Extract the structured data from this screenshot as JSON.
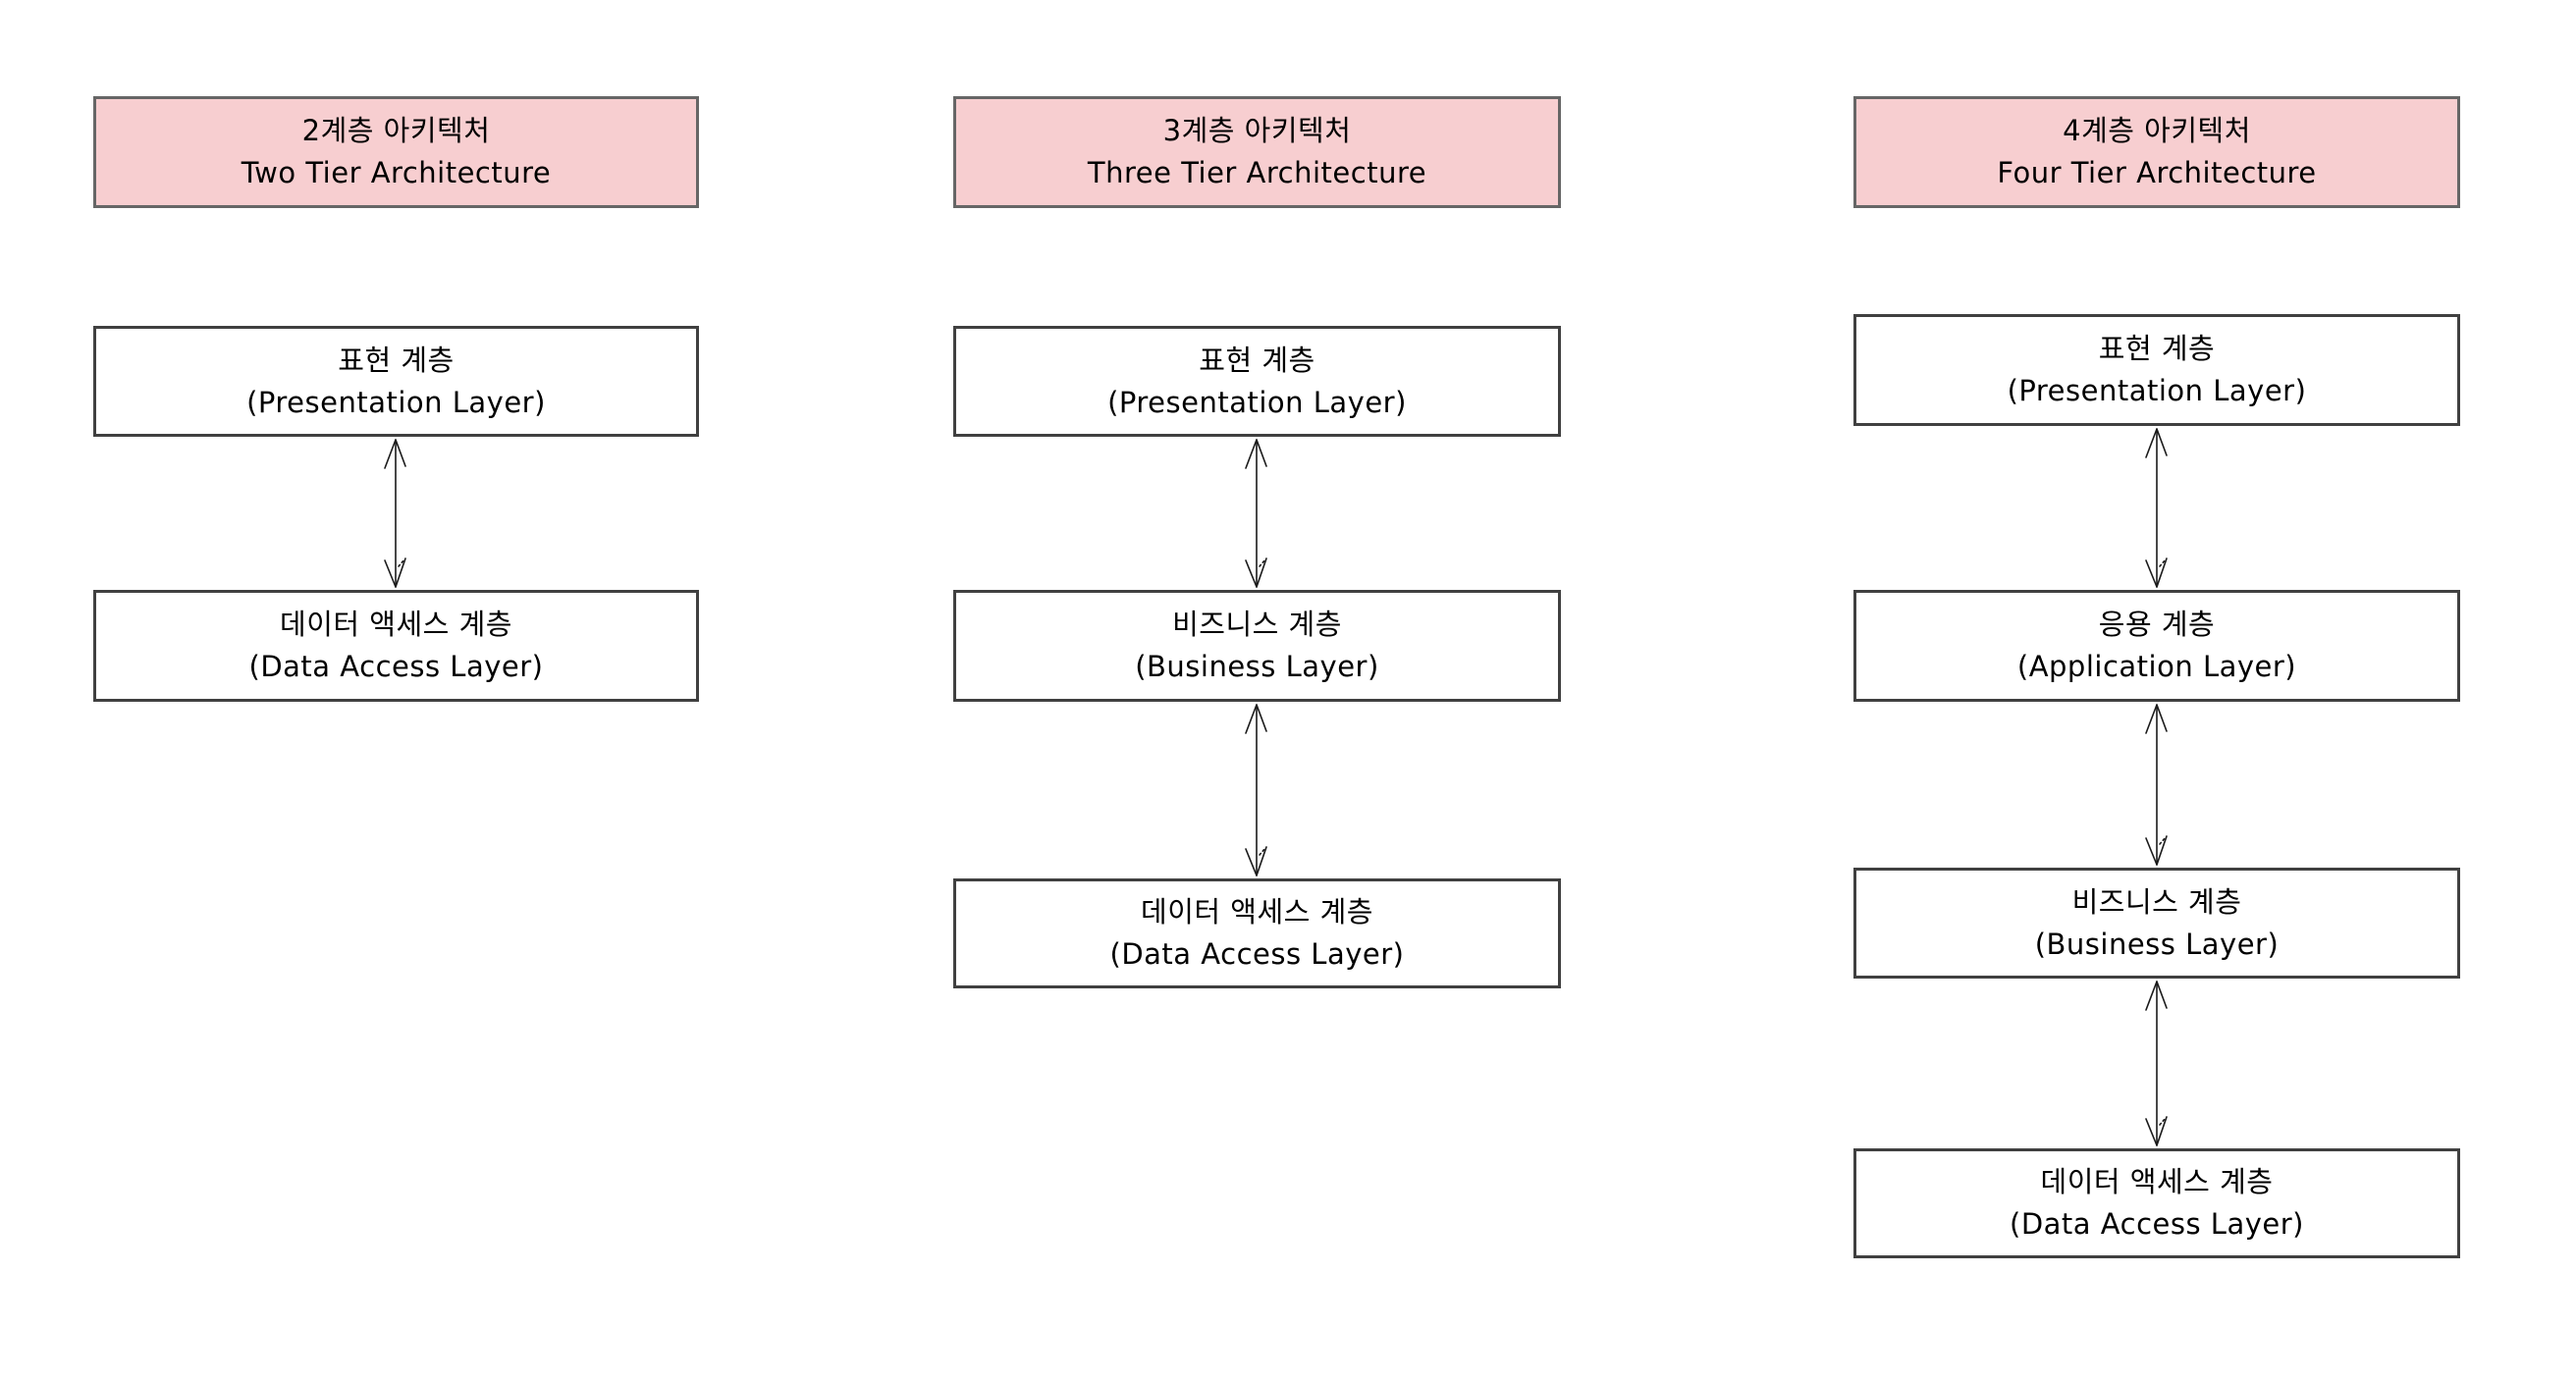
{
  "diagram": {
    "title_implicit": "Tier architecture comparison diagram",
    "colors": {
      "background": "#ffffff",
      "header_fill": "#f7ced0",
      "header_stroke": "#666666",
      "layer_fill": "#ffffff",
      "layer_stroke": "#404040",
      "arrow_stroke": "#1a1a1a",
      "text": "#000000"
    },
    "columns": [
      {
        "id": "two-tier",
        "header": {
          "ko": "2계층 아키텍처",
          "en": "Two Tier Architecture"
        },
        "layers": [
          {
            "ko": "표현 계층",
            "en": "(Presentation Layer)"
          },
          {
            "ko": "데이터 액세스 계층",
            "en": "(Data Access Layer)"
          }
        ]
      },
      {
        "id": "three-tier",
        "header": {
          "ko": "3계층 아키텍처",
          "en": "Three Tier Architecture"
        },
        "layers": [
          {
            "ko": "표현 계층",
            "en": "(Presentation Layer)"
          },
          {
            "ko": "비즈니스 계층",
            "en": "(Business Layer)"
          },
          {
            "ko": "데이터 액세스 계층",
            "en": "(Data Access Layer)"
          }
        ]
      },
      {
        "id": "four-tier",
        "header": {
          "ko": "4계층 아키텍처",
          "en": "Four Tier Architecture"
        },
        "layers": [
          {
            "ko": "표현 계층",
            "en": "(Presentation Layer)"
          },
          {
            "ko": "응용 계층",
            "en": "(Application Layer)"
          },
          {
            "ko": "비즈니스 계층",
            "en": "(Business Layer)"
          },
          {
            "ko": "데이터 액세스 계층",
            "en": "(Data Access Layer)"
          }
        ]
      }
    ]
  }
}
